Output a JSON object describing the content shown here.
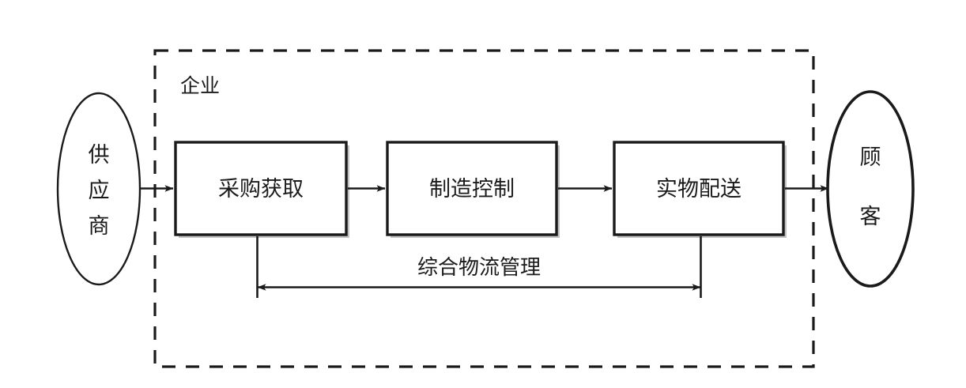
{
  "diagram": {
    "type": "flow-diagram",
    "title_label": "",
    "boundary": {
      "label": "企业",
      "style": "dashed",
      "color": "#1a1a1a"
    },
    "entities": [
      {
        "id": "supplier",
        "label": "供应商",
        "chars": [
          "供",
          "应",
          "商"
        ],
        "shape": "ellipse",
        "position": "left-outside"
      },
      {
        "id": "customer",
        "label": "顾客",
        "chars": [
          "顾",
          "客"
        ],
        "shape": "ellipse",
        "position": "right-outside"
      }
    ],
    "processes": [
      {
        "id": "procurement",
        "label": "采购获取"
      },
      {
        "id": "manufacturing",
        "label": "制造控制"
      },
      {
        "id": "distribution",
        "label": "实物配送"
      }
    ],
    "flow_label": "综合物流管理",
    "connections": [
      {
        "from": "supplier",
        "to": "procurement",
        "kind": "arrow-right"
      },
      {
        "from": "procurement",
        "to": "manufacturing",
        "kind": "arrow-right"
      },
      {
        "from": "manufacturing",
        "to": "distribution",
        "kind": "arrow-right"
      },
      {
        "from": "distribution",
        "to": "customer",
        "kind": "arrow-right"
      },
      {
        "from": "procurement",
        "to": "distribution",
        "kind": "arrow-bidirectional",
        "label": "综合物流管理"
      }
    ],
    "colors": {
      "stroke": "#1a1a1a",
      "box_fill": "#ffffff",
      "background": "#ffffff",
      "shadow": "#9a9a9a"
    }
  }
}
